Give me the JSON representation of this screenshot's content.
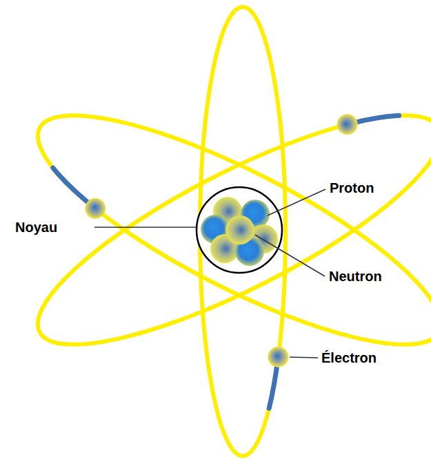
{
  "diagram": {
    "labels": [
      "Noyau",
      "Proton",
      "Neutron",
      "Électron"
    ]
  }
}
